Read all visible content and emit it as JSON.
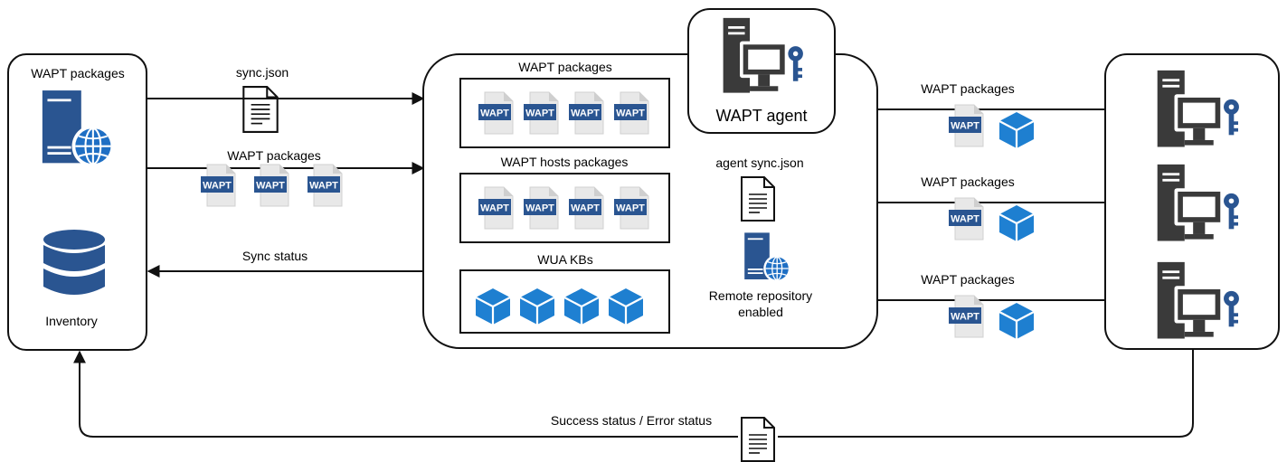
{
  "server": {
    "packages_label": "WAPT packages",
    "inventory_label": "Inventory"
  },
  "flows": {
    "sync_json": "sync.json",
    "packages": "WAPT packages",
    "sync_status": "Sync status",
    "result_status": "Success status / Error status"
  },
  "repo": {
    "packages_title": "WAPT packages",
    "hosts_title": "WAPT hosts packages",
    "wua_title": "WUA KBs",
    "agent_label": "WAPT agent",
    "agent_sync": "agent sync.json",
    "remote_line1": "Remote repository",
    "remote_line2": "enabled"
  },
  "clients": {
    "packages_labels": [
      "WAPT packages",
      "WAPT packages",
      "WAPT packages"
    ]
  },
  "badge_text": "WAPT",
  "icons": [
    "server-globe-icon",
    "database-icon",
    "document-icon",
    "wapt-package-icon",
    "kb-cube-icon",
    "computer-key-icon"
  ],
  "colors": {
    "line": "#111111",
    "server_blue": "#2a5591",
    "cube_blue": "#1e7fd0",
    "globe_blue": "#1f6fc4",
    "key_blue": "#2a5591",
    "computer_dark": "#3a3a3a",
    "paper": "#e7e7e7"
  }
}
